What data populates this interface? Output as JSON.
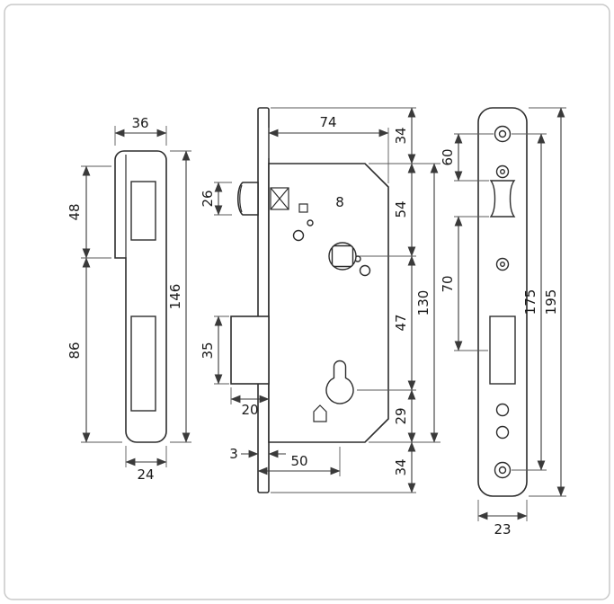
{
  "diagram": {
    "line_color": "#2d2d2d",
    "dimension_color": "#3a3a3a",
    "background_color": "#ffffff"
  },
  "strike": {
    "top_width": "36",
    "upper_height": "48",
    "lower_height": "86",
    "total_height": "146",
    "bottom_width": "24"
  },
  "body": {
    "case_width": "74",
    "top_overhang": "34",
    "latch_height": "26",
    "top_to_spindle": "54",
    "spindle_to_cylinder": "47",
    "case_height": "130",
    "cylinder_to_bottom": "29",
    "deadbolt_height": "35",
    "deadbolt_throw": "20",
    "plate_thickness": "3",
    "backset": "50",
    "bottom_overhang": "34",
    "marking": "8"
  },
  "plate": {
    "top_span": "60",
    "mid_span": "70",
    "screw_spacing": "175",
    "total_height": "195",
    "width": "23"
  }
}
